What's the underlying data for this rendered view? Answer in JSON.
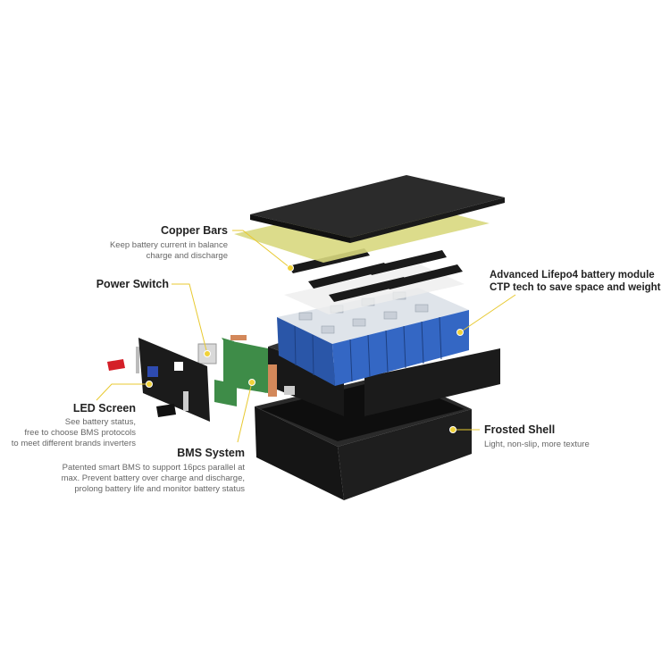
{
  "colors": {
    "accent": "#e8c930",
    "battery": "#2f5fb8",
    "shell": "#1c1c1c",
    "copper_sheet": "#d6d880",
    "pcb": "#3d8a46"
  },
  "callouts": {
    "copper_bars": {
      "title": "Copper Bars",
      "lines": [
        "Keep battery current in balance",
        "charge and discharge"
      ]
    },
    "power_switch": {
      "title": "Power Switch"
    },
    "led_screen": {
      "title": "LED Screen",
      "lines": [
        "See battery status,",
        "free to choose BMS protocols",
        "to meet different brands inverters"
      ]
    },
    "bms_system": {
      "title": "BMS System",
      "lines": [
        "Patented smart BMS to support 16pcs parallel at",
        "max. Prevent battery over charge and discharge,",
        "prolong battery life and monitor battery status"
      ]
    },
    "battery_module": {
      "lines": [
        "Advanced Lifepo4 battery module",
        "CTP tech to save space and weight"
      ]
    },
    "frosted_shell": {
      "title": "Frosted Shell",
      "lines": [
        "Light, non-slip, more texture"
      ]
    }
  }
}
